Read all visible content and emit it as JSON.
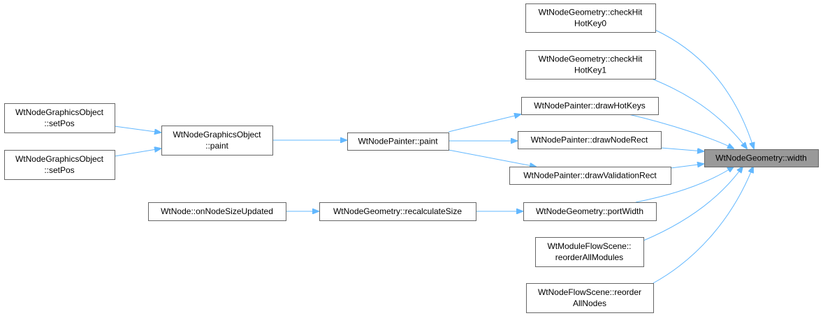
{
  "colors": {
    "node_fill": "#ffffff",
    "node_stroke": "#666666",
    "focus_fill": "#999999",
    "focus_stroke": "#666666",
    "edge": "#63b8ff"
  },
  "nodes": [
    {
      "id": "checkHitHotKey0",
      "lines": [
        "WtNodeGeometry::checkHit",
        "HotKey0"
      ]
    },
    {
      "id": "checkHitHotKey1",
      "lines": [
        "WtNodeGeometry::checkHit",
        "HotKey1"
      ]
    },
    {
      "id": "setPos1",
      "lines": [
        "WtNodeGraphicsObject",
        "::setPos"
      ]
    },
    {
      "id": "paintGO",
      "lines": [
        "WtNodeGraphicsObject",
        "::paint"
      ]
    },
    {
      "id": "painterPaint",
      "lines": [
        "WtNodePainter::paint"
      ]
    },
    {
      "id": "drawHotKeys",
      "lines": [
        "WtNodePainter::drawHotKeys"
      ]
    },
    {
      "id": "drawNodeRect",
      "lines": [
        "WtNodePainter::drawNodeRect"
      ]
    },
    {
      "id": "setPos2",
      "lines": [
        "WtNodeGraphicsObject",
        "::setPos"
      ]
    },
    {
      "id": "width",
      "lines": [
        "WtNodeGeometry::width"
      ],
      "focus": true
    },
    {
      "id": "drawValidationRect",
      "lines": [
        "WtNodePainter::drawValidationRect"
      ]
    },
    {
      "id": "onNodeSizeUpdated",
      "lines": [
        "WtNode::onNodeSizeUpdated"
      ]
    },
    {
      "id": "recalculateSize",
      "lines": [
        "WtNodeGeometry::recalculateSize"
      ]
    },
    {
      "id": "portWidth",
      "lines": [
        "WtNodeGeometry::portWidth"
      ]
    },
    {
      "id": "reorderAllModules",
      "lines": [
        "WtModuleFlowScene::",
        "reorderAllModules"
      ]
    },
    {
      "id": "reorderAllNodes",
      "lines": [
        "WtNodeFlowScene::reorder",
        "AllNodes"
      ]
    }
  ],
  "edges": [
    {
      "from": "setPos1",
      "to": "paintGO"
    },
    {
      "from": "setPos2",
      "to": "paintGO"
    },
    {
      "from": "paintGO",
      "to": "painterPaint"
    },
    {
      "from": "painterPaint",
      "to": "drawHotKeys"
    },
    {
      "from": "painterPaint",
      "to": "drawNodeRect"
    },
    {
      "from": "painterPaint",
      "to": "drawValidationRect"
    },
    {
      "from": "onNodeSizeUpdated",
      "to": "recalculateSize"
    },
    {
      "from": "recalculateSize",
      "to": "portWidth"
    },
    {
      "from": "checkHitHotKey0",
      "to": "width"
    },
    {
      "from": "checkHitHotKey1",
      "to": "width"
    },
    {
      "from": "drawHotKeys",
      "to": "width"
    },
    {
      "from": "drawNodeRect",
      "to": "width"
    },
    {
      "from": "drawValidationRect",
      "to": "width"
    },
    {
      "from": "portWidth",
      "to": "width"
    },
    {
      "from": "reorderAllModules",
      "to": "width"
    },
    {
      "from": "reorderAllNodes",
      "to": "width"
    }
  ]
}
